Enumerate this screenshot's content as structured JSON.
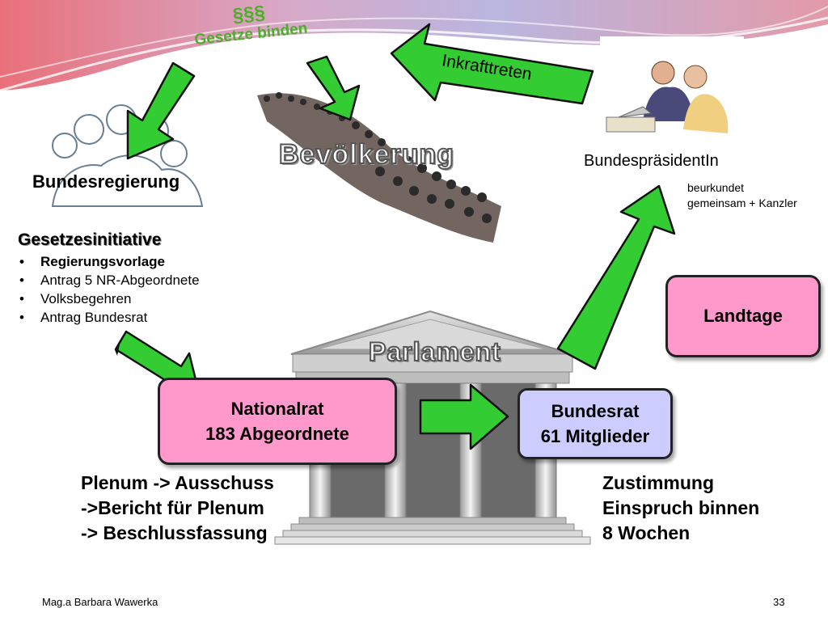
{
  "top_label": {
    "line1": "§§§",
    "line2": "Gesetze binden"
  },
  "inkrafttreten": "Inkrafttreten",
  "bevoelkerung": "Bevölkerung",
  "bundesregierung": "Bundesregierung",
  "bundespraesidentin": {
    "title": "BundespräsidentIn",
    "note1": "beurkundet",
    "note2": "gemeinsam + Kanzler"
  },
  "gesetzesinitiative": {
    "title": "Gesetzesinitiative",
    "items": [
      "Regierungsvorlage",
      "Antrag 5 NR-Abgeordnete",
      "Volksbegehren",
      "Antrag Bundesrat"
    ]
  },
  "landtage": "Landtage",
  "parlament": "Parlament",
  "nationalrat": {
    "line1": "Nationalrat",
    "line2": "183 Abgeordnete"
  },
  "bundesrat": {
    "line1": "Bundesrat",
    "line2": "61 Mitglieder"
  },
  "plenum": {
    "line1": "Plenum -> Ausschuss",
    "line2": "->Bericht für Plenum",
    "line3": "-> Beschlussfassung"
  },
  "zustimmung": {
    "line1": "Zustimmung",
    "line2": "Einspruch binnen",
    "line3": "8 Wochen"
  },
  "footer": {
    "author": "Mag.a Barbara Wawerka",
    "page": "33"
  },
  "colors": {
    "arrow": "#33cc33",
    "pink": "#ff99cc",
    "lavender": "#ccccff",
    "title_green": "#4caf2a"
  }
}
